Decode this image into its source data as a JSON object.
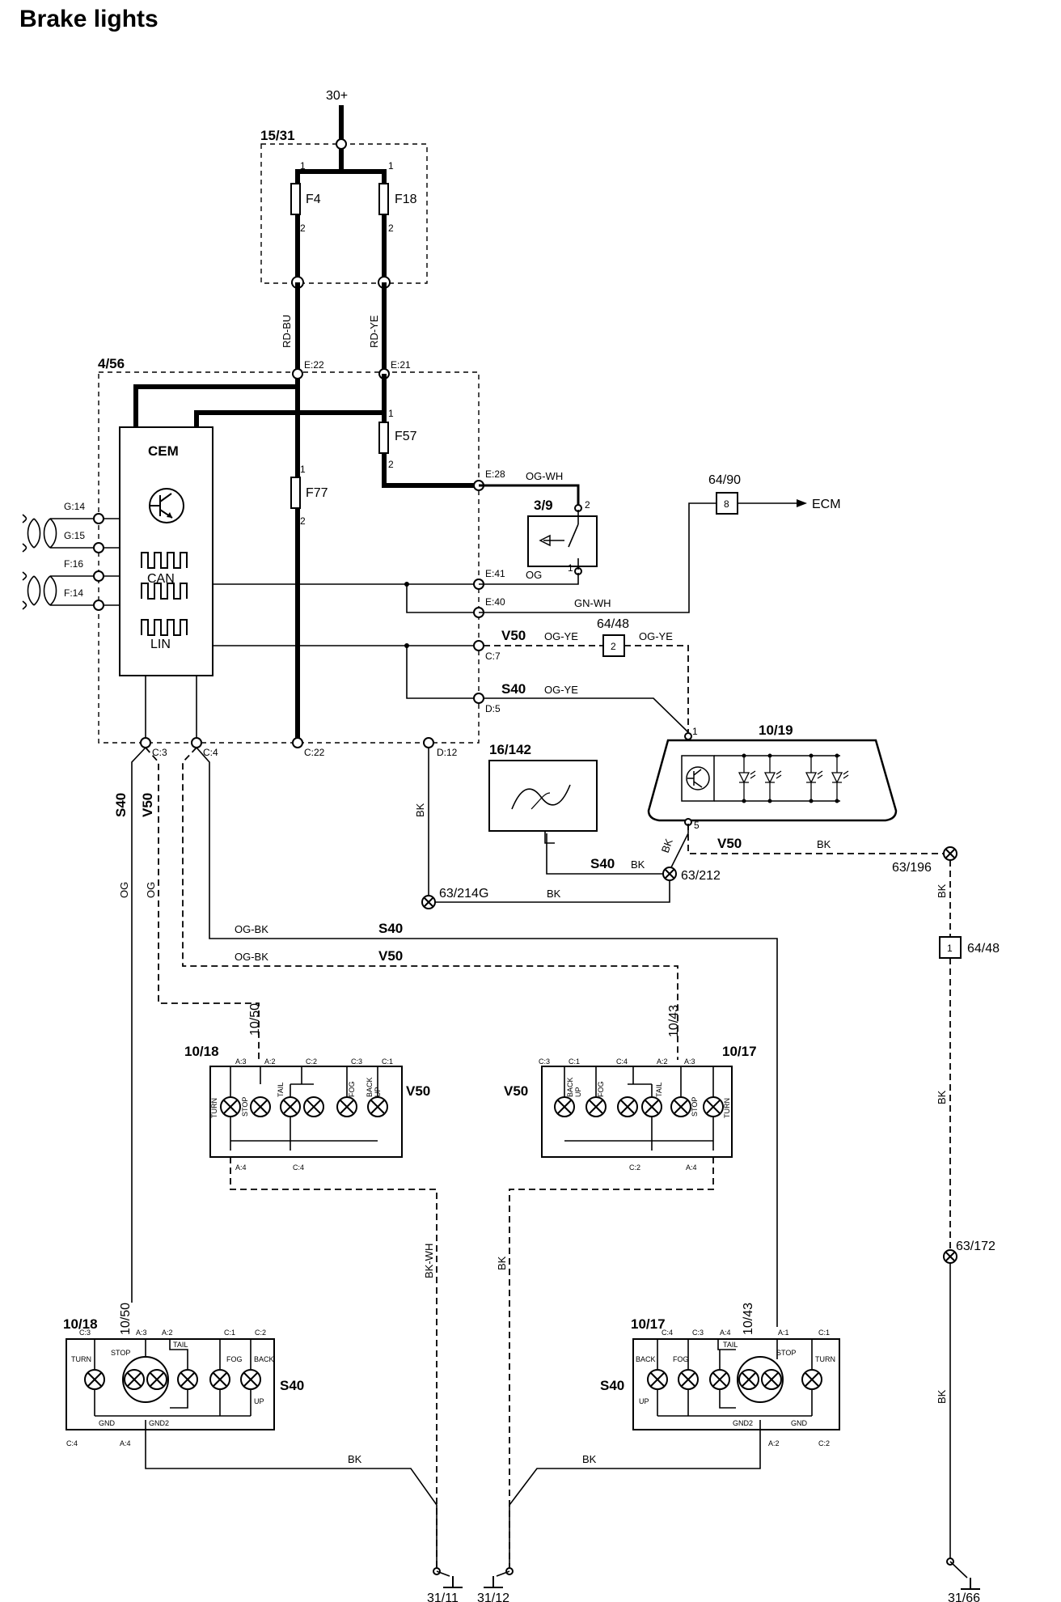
{
  "title": "Brake lights",
  "supply": "30+",
  "fusebox": {
    "id": "15/31",
    "fuses": [
      {
        "name": "F4",
        "pin_in": "1",
        "pin_out": "2"
      },
      {
        "name": "F18",
        "pin_in": "1",
        "pin_out": "2"
      }
    ]
  },
  "cem_module": {
    "id": "4/56",
    "name": "CEM",
    "bus_can": "CAN",
    "bus_lin": "LIN",
    "fuses": [
      {
        "name": "F57",
        "pin_in": "1",
        "pin_out": "2"
      },
      {
        "name": "F77",
        "pin_in": "1",
        "pin_out": "2"
      }
    ],
    "connectors_left": [
      "G:14",
      "G:15",
      "F:16",
      "F:14"
    ],
    "connectors_top": [
      "E:22",
      "E:21"
    ],
    "connectors_right": [
      "E:28",
      "E:41",
      "E:40",
      "C:7",
      "D:5"
    ],
    "connectors_bottom": [
      "C:3",
      "C:4",
      "C:22",
      "D:12"
    ]
  },
  "wire_colors": {
    "rd_bu": "RD-BU",
    "rd_ye": "RD-YE",
    "og_wh": "OG-WH",
    "og": "OG",
    "gn_wh": "GN-WH",
    "og_ye": "OG-YE",
    "og_bk": "OG-BK",
    "bk": "BK",
    "bk_wh": "BK-WH"
  },
  "variants": {
    "s40": "S40",
    "v50": "V50"
  },
  "brake_switch": {
    "id": "3/9",
    "pin_top": "2",
    "pin_bottom": "1"
  },
  "ecm_connector": {
    "id": "64/90",
    "pin": "8",
    "target": "ECM"
  },
  "connector_6448": {
    "id": "64/48",
    "pin_top": "2",
    "pin_right": "1"
  },
  "high_stop_light": {
    "id": "10/19",
    "pin_in": "1",
    "pin_out": "5"
  },
  "sensor": {
    "id": "16/142"
  },
  "grounds": {
    "g214": "63/214G",
    "g212": "63/212",
    "g196": "63/196",
    "g172": "63/172",
    "g3111": "31/11",
    "g3112": "31/12",
    "g3166": "31/66"
  },
  "lamp_labels": {
    "turn": "TURN",
    "stop": "STOP",
    "tail": "TAIL",
    "fog": "FOG",
    "back": "BACK",
    "up": "UP",
    "gnd": "GND",
    "gnd2": "GND2"
  },
  "v50_left": {
    "id": "10/18",
    "feed_label": "10/50",
    "variant": "V50",
    "pins_top": [
      "A:3",
      "A:2",
      "C:2",
      "C:3",
      "C:1"
    ],
    "pins_bottom": [
      "A:4",
      "C:4"
    ]
  },
  "v50_right": {
    "id": "10/17",
    "feed_label": "10/43",
    "variant": "V50",
    "pins_top": [
      "C:3",
      "C:1",
      "C:4",
      "A:2",
      "A:3"
    ],
    "pins_bottom": [
      "C:2",
      "A:4"
    ]
  },
  "s40_left": {
    "id": "10/18",
    "feed_label": "10/50",
    "variant": "S40",
    "pins_top": [
      "C:3",
      "A:3",
      "A:2",
      "C:1",
      "C:2"
    ],
    "pins_bottom": [
      "C:4",
      "A:4"
    ]
  },
  "s40_right": {
    "id": "10/17",
    "feed_label": "10/43",
    "variant": "S40",
    "pins_top": [
      "C:4",
      "C:3",
      "A:4",
      "A:1",
      "C:1"
    ],
    "pins_bottom": [
      "A:2",
      "C:2"
    ]
  }
}
